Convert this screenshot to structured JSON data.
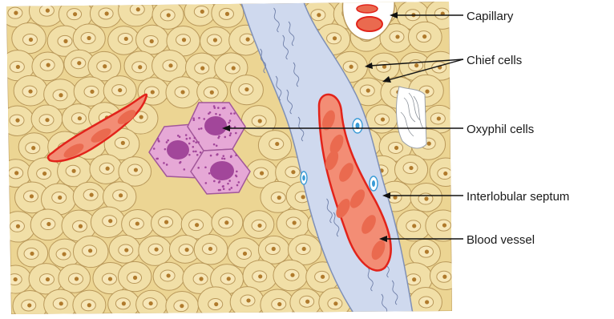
{
  "colors": {
    "background": "#ffffff",
    "chief_cell_fill": "#f1dfa7",
    "chief_cell_outline": "#b9985a",
    "chief_nucleus_fill": "#f7e7b8",
    "chief_nucleus_dot": "#b07a2c",
    "oxyphil_fill": "#e6a8d6",
    "oxyphil_outline": "#a2579a",
    "oxyphil_nucleus": "#a2469a",
    "septum_fill": "#cfd9ee",
    "septum_outline": "#7f90b7",
    "vessel_fill": "#f38d75",
    "vessel_outline": "#e2231a",
    "rbc_fill": "#ea6a4f",
    "capillary_nucleus": "#9ec6ea",
    "label_text": "#1a1a1a",
    "leader_line": "#111111"
  },
  "labels": {
    "capillary": "Capillary",
    "chief_cells": "Chief cells",
    "oxyphil_cells": "Oxyphil cells",
    "interlobular_septum": "Interlobular septum",
    "blood_vessel": "Blood vessel"
  },
  "icons": {
    "chief_cell": "chief-cell-icon",
    "oxyphil_cell": "oxyphil-cell-icon",
    "red_blood_cell": "red-blood-cell-icon",
    "septum_nucleus": "septum-nucleus-icon"
  }
}
